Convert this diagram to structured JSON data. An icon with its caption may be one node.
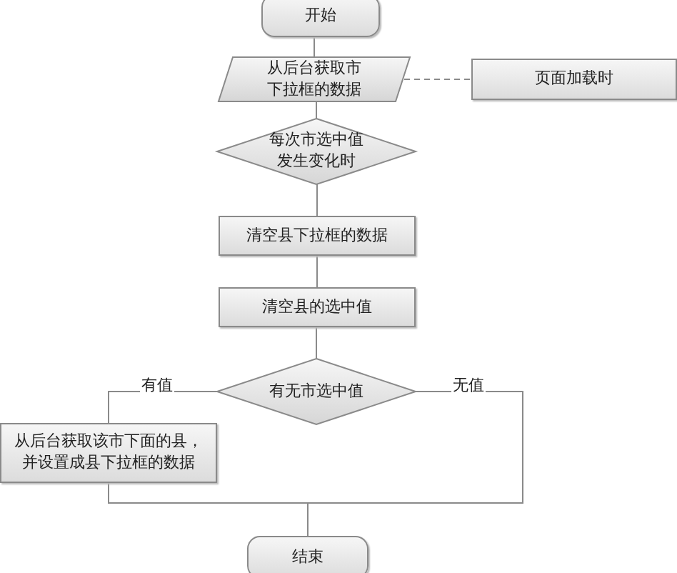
{
  "diagram": {
    "nodes": [
      {
        "text": [
          "开始"
        ]
      },
      {
        "text": [
          "从后台获取市下拉框的数据"
        ]
      },
      {
        "text": [
          "页面加载时"
        ]
      },
      {
        "text": [
          "每次市选中值发生变化时"
        ]
      },
      {
        "text": [
          "清空县下拉框的数据"
        ]
      },
      {
        "text": [
          "清空县的选中值"
        ]
      },
      {
        "text": [
          "有无市选中值"
        ]
      },
      {
        "text": [
          "从后台获取该市下面的县，并设置成县下拉框的数据"
        ]
      },
      {
        "text": [
          "结束"
        ]
      }
    ],
    "edges": [
      {
        "from": 0,
        "to": 1,
        "arrow": "none"
      },
      {
        "from": 1,
        "to": 2,
        "arrow": "none",
        "style": "dashed"
      },
      {
        "from": 1,
        "to": 3,
        "arrow": "none"
      },
      {
        "from": 3,
        "to": 4,
        "arrow": "none"
      },
      {
        "from": 4,
        "to": 5,
        "arrow": "none"
      },
      {
        "from": 5,
        "to": 6,
        "arrow": "none"
      },
      {
        "from": 6,
        "to": 7,
        "arrow": "none",
        "label": "有值"
      },
      {
        "from": 6,
        "to": 8,
        "arrow": "none",
        "label": "无值"
      },
      {
        "from": 7,
        "to": 8,
        "arrow": "none"
      }
    ]
  }
}
